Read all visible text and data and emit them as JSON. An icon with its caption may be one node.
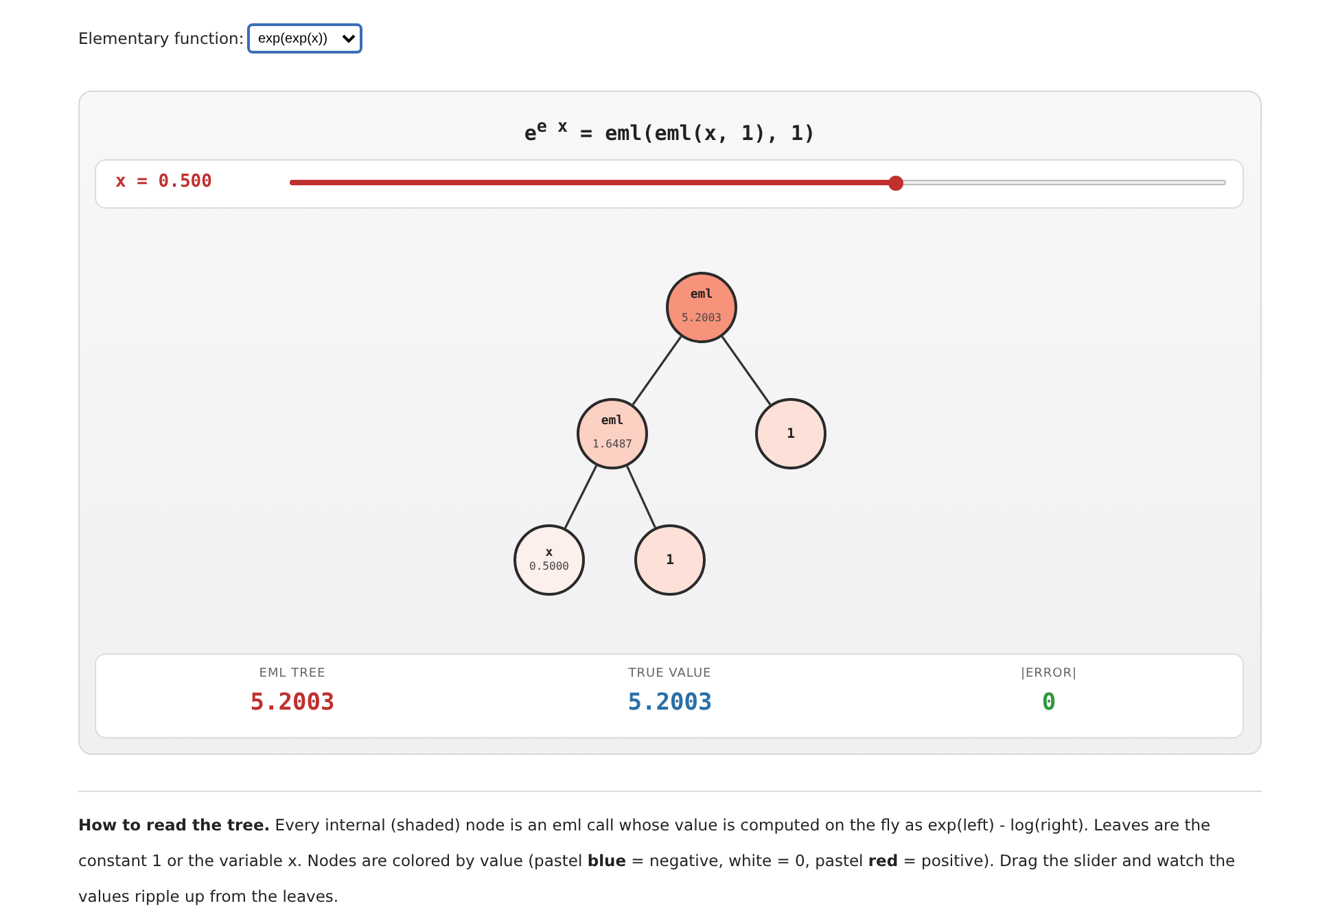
{
  "diagram": {
    "title": "e$^{e x}$ = eml(eml(x, 1), 1)",
    "nodes": [
      {
        "text": [
          "eml",
          "5.2003"
        ]
      },
      {
        "text": [
          "eml",
          "1.6487"
        ]
      },
      {
        "text": [
          "1"
        ]
      },
      {
        "text": [
          "x",
          "0.5000"
        ]
      },
      {
        "text": [
          "1"
        ]
      }
    ],
    "edges": [
      {
        "from": 0,
        "to": 1,
        "arrow": "none"
      },
      {
        "from": 0,
        "to": 2,
        "arrow": "none"
      },
      {
        "from": 1,
        "to": 3,
        "arrow": "none"
      },
      {
        "from": 1,
        "to": 4,
        "arrow": "none"
      }
    ],
    "labels": [
      "Elementary function:",
      "exp(exp(x))",
      "x = 0.500",
      "EML TREE",
      "5.2003",
      "TRUE VALUE",
      "5.2003",
      "|ERROR|",
      "0",
      "**How to read the tree.** Every internal (shaded) node is an eml call whose value is computed on the fly as exp(left) - log(right). Leaves are the constant 1 or the variable x. Nodes are colored by value (pastel **blue** = negative, white = 0, pastel **red** = positive). Drag the slider and watch the values ripple up from the leaves."
    ]
  }
}
